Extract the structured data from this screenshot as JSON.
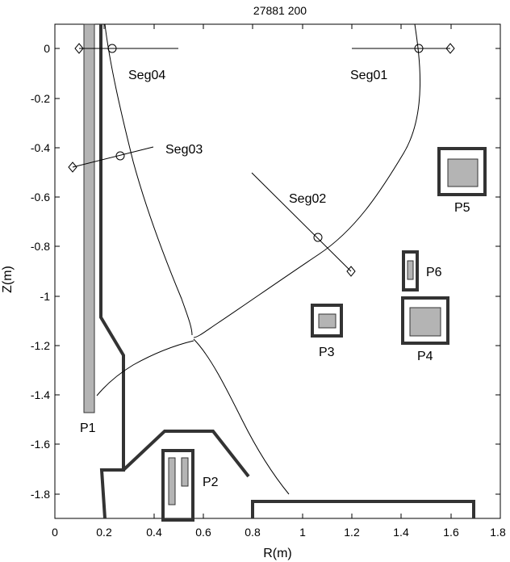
{
  "title": "27881 200",
  "axes": {
    "xlabel": "R(m)",
    "ylabel": "Z(m)",
    "xlim": [
      0,
      1.8
    ],
    "ylim": [
      -1.9,
      0.1
    ],
    "xticks": [
      "0",
      "0.2",
      "0.4",
      "0.6",
      "0.8",
      "1",
      "1.2",
      "1.4",
      "1.6",
      "1.8"
    ],
    "yticks": [
      "0",
      "-0.2",
      "-0.4",
      "-0.6",
      "-0.8",
      "-1",
      "-1.2",
      "-1.4",
      "-1.6",
      "-1.8"
    ]
  },
  "segments": {
    "seg01": "Seg01",
    "seg02": "Seg02",
    "seg03": "Seg03",
    "seg04": "Seg04"
  },
  "coils": {
    "p1": "P1",
    "p2": "P2",
    "p3": "P3",
    "p4": "P4",
    "p5": "P5",
    "p6": "P6"
  },
  "colors": {
    "wall": "#333333",
    "coil_fill": "#b4b4b4",
    "line": "#000000"
  }
}
